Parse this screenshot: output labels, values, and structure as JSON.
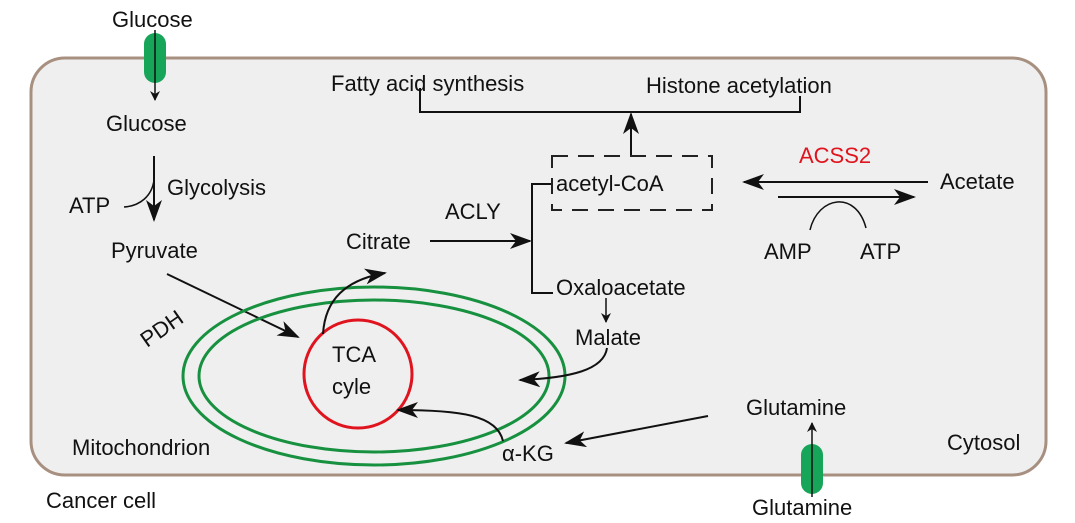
{
  "colors": {
    "cell_fill": "#efefef",
    "cell_border": "#a89080",
    "transporter": "#17a55a",
    "mito_membrane": "#17913f",
    "tca_circle": "#e0141e",
    "enzyme_highlight": "#e0141e",
    "arrow": "#111111"
  },
  "labels": {
    "glucose_outside": "Glucose",
    "glucose_inside": "Glucose",
    "glycolysis": "Glycolysis",
    "atp_glycolysis": "ATP",
    "pyruvate": "Pyruvate",
    "pdh": "PDH",
    "tca_line1": "TCA",
    "tca_line2": "cyle",
    "citrate": "Citrate",
    "acly": "ACLY",
    "acetyl_coa": "acetyl-CoA",
    "oxaloacetate": "Oxaloacetate",
    "malate": "Malate",
    "fatty_acid_synthesis": "Fatty acid synthesis",
    "histone_acetylation": "Histone acetylation",
    "acss2": "ACSS2",
    "acetate": "Acetate",
    "amp": "AMP",
    "atp_acss2": "ATP",
    "glutamine_inside": "Glutamine",
    "glutamine_outside": "Glutamine",
    "alpha_kg": "α-KG",
    "mitochondrion": "Mitochondrion",
    "cytosol": "Cytosol",
    "cancer_cell": "Cancer cell"
  }
}
